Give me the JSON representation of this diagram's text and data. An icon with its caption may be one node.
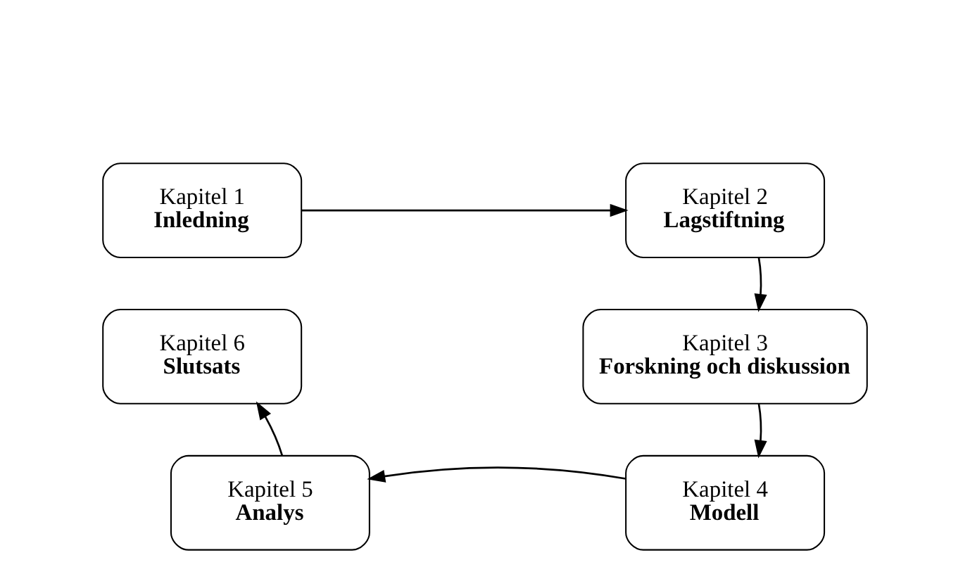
{
  "diagram": {
    "nodes": [
      {
        "text": [
          "Kapitel 1",
          "Inledning"
        ]
      },
      {
        "text": [
          "Kapitel 2",
          "Lagstiftning"
        ]
      },
      {
        "text": [
          "Kapitel 3",
          "Forskning och diskussion"
        ]
      },
      {
        "text": [
          "Kapitel 4",
          "Modell"
        ]
      },
      {
        "text": [
          "Kapitel 5",
          "Analys"
        ]
      },
      {
        "text": [
          "Kapitel 6",
          "Slutsats"
        ]
      }
    ],
    "edges": [
      {
        "from": 0,
        "to": 1,
        "arrow": "to"
      },
      {
        "from": 1,
        "to": 2,
        "arrow": "to"
      },
      {
        "from": 2,
        "to": 3,
        "arrow": "to"
      },
      {
        "from": 3,
        "to": 4,
        "arrow": "to"
      },
      {
        "from": 4,
        "to": 5,
        "arrow": "to"
      }
    ]
  }
}
